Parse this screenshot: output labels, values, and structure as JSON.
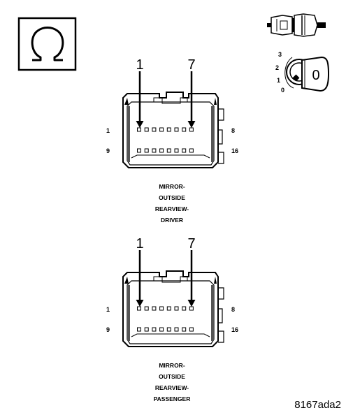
{
  "ohm_symbol": "Ω",
  "ignition_key": {
    "positions": [
      "3",
      "2",
      "1",
      "0"
    ],
    "key_label": "0"
  },
  "connectors": [
    {
      "arrow_labels": [
        "1",
        "7"
      ],
      "pin_row_labels": {
        "top_left": "1",
        "top_right": "8",
        "bottom_left": "9",
        "bottom_right": "16"
      },
      "caption": [
        "MIRROR-",
        "OUTSIDE",
        "REARVIEW-",
        "DRIVER"
      ]
    },
    {
      "arrow_labels": [
        "1",
        "7"
      ],
      "pin_row_labels": {
        "top_left": "1",
        "top_right": "8",
        "bottom_left": "9",
        "bottom_right": "16"
      },
      "caption": [
        "MIRROR-",
        "OUTSIDE",
        "REARVIEW-",
        "PASSENGER"
      ]
    }
  ],
  "figure_id": "8167ada2"
}
